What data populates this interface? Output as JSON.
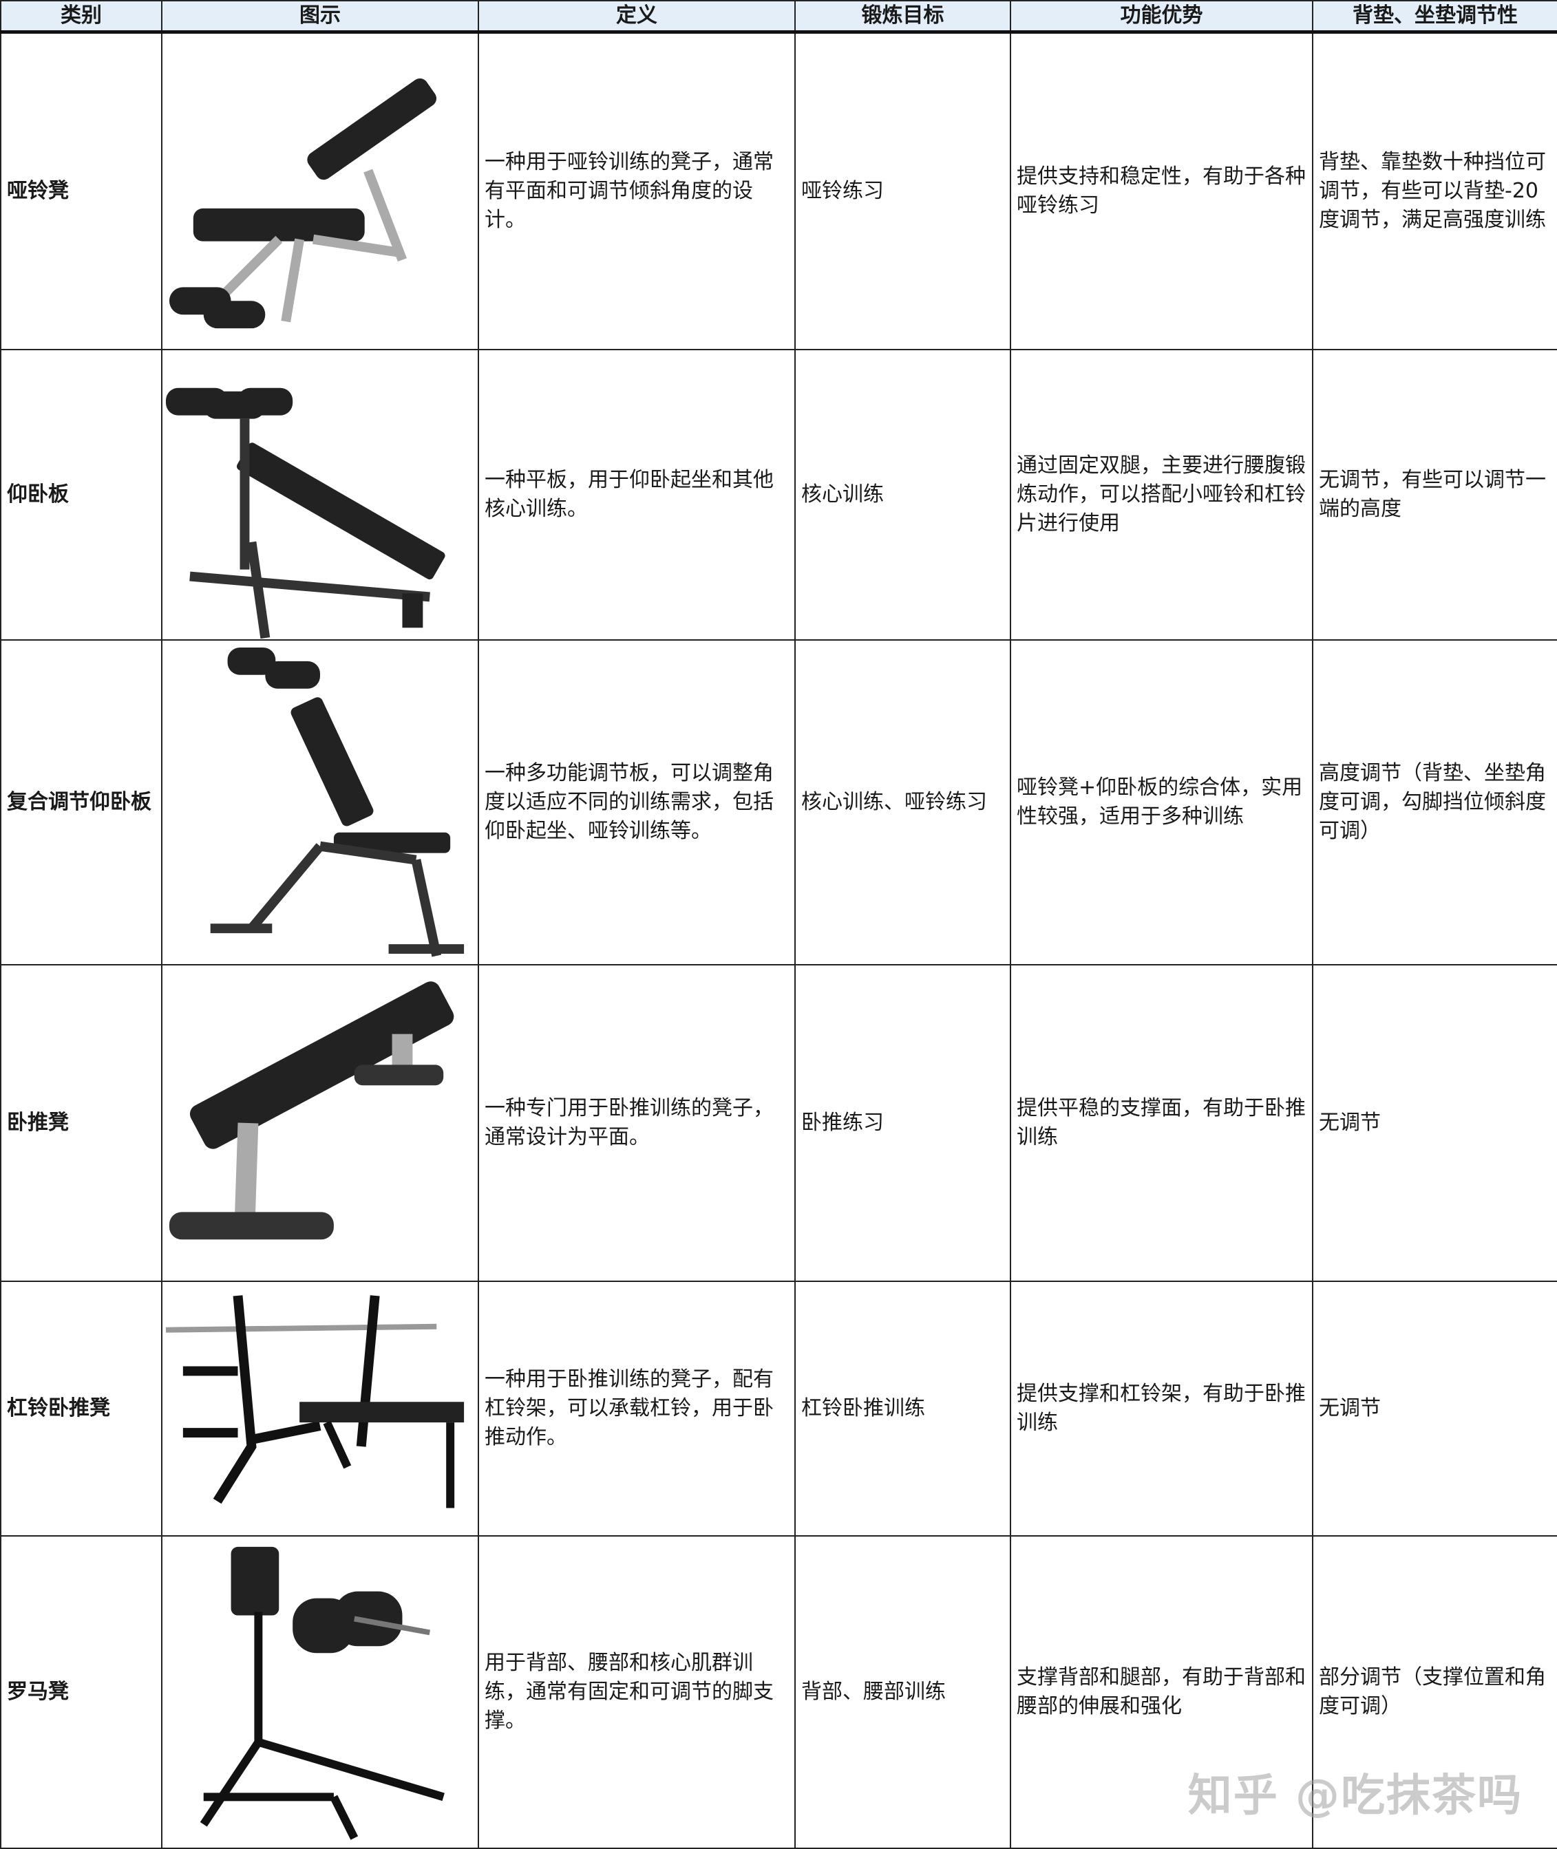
{
  "headers": [
    "类别",
    "图示",
    "定义",
    "锻炼目标",
    "功能优势",
    "背垫、坐垫调节性"
  ],
  "rows": [
    {
      "category": "哑铃凳",
      "image": "adjustable-dumbbell-bench",
      "definition": "一种用于哑铃训练的凳子，通常有平面和可调节倾斜角度的设计。",
      "target": "哑铃练习",
      "advantage": "提供支持和稳定性，有助于各种哑铃练习",
      "adjustability": "背垫、靠垫数十种挡位可调节，有些可以背垫-20度调节，满足高强度训练"
    },
    {
      "category": "仰卧板",
      "image": "sit-up-board",
      "definition": "一种平板，用于仰卧起坐和其他核心训练。",
      "target": "核心训练",
      "advantage": "通过固定双腿，主要进行腰腹锻炼动作，可以搭配小哑铃和杠铃片进行使用",
      "adjustability": "无调节，有些可以调节一端的高度"
    },
    {
      "category": "复合调节仰卧板",
      "image": "multi-adjustable-sit-up-bench",
      "definition": "一种多功能调节板，可以调整角度以适应不同的训练需求，包括仰卧起坐、哑铃训练等。",
      "target": "核心训练、哑铃练习",
      "advantage": "哑铃凳+仰卧板的综合体，实用性较强，适用于多种训练",
      "adjustability": "高度调节（背垫、坐垫角度可调，勾脚挡位倾斜度可调）"
    },
    {
      "category": "卧推凳",
      "image": "flat-bench",
      "definition": "一种专门用于卧推训练的凳子，通常设计为平面。",
      "target": "卧推练习",
      "advantage": "提供平稳的支撑面，有助于卧推训练",
      "adjustability": "无调节"
    },
    {
      "category": "杠铃卧推凳",
      "image": "barbell-bench-press-rack",
      "definition": "一种用于卧推训练的凳子，配有杠铃架，可以承载杠铃，用于卧推动作。",
      "target": "杠铃卧推训练",
      "advantage": "提供支撑和杠铃架，有助于卧推训练",
      "adjustability": "无调节"
    },
    {
      "category": "罗马凳",
      "image": "roman-chair",
      "definition": "用于背部、腰部和核心肌群训练，通常有固定和可调节的脚支撑。",
      "target": "背部、腰部训练",
      "advantage": "支撑背部和腿部，有助于背部和腰部的伸展和强化",
      "adjustability": "部分调节（支撑位置和角度可调）"
    }
  ],
  "watermark": "知乎 @吃抹茶吗",
  "colors": {
    "header_bg": "#e3eef9",
    "border": "#222222"
  }
}
